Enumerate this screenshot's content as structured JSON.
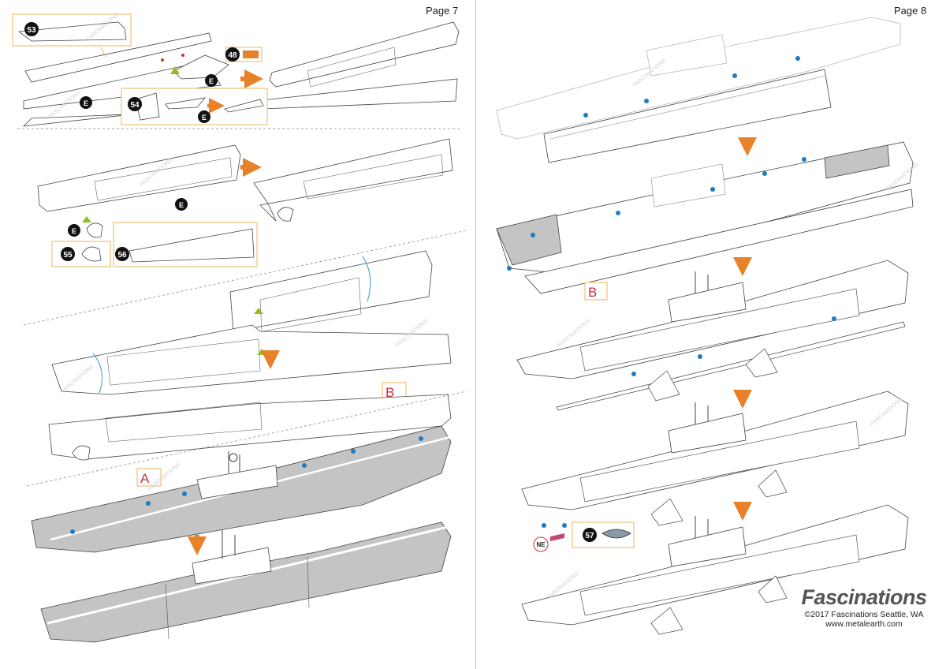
{
  "pages": {
    "left": {
      "number_label": "Page 7"
    },
    "right": {
      "number_label": "Page 8"
    }
  },
  "parts": {
    "p53": "53",
    "p48": "48",
    "p54": "54",
    "p55": "55",
    "p56": "56",
    "p57": "57"
  },
  "markers": {
    "e": "E",
    "ne": "NE"
  },
  "labels": {
    "a": "A",
    "b": "B"
  },
  "watermark": "FASCINATIONS",
  "colors": {
    "accent": "#e8822a",
    "callout_border": "#f0c27a",
    "pin": "#1d7cc4",
    "hull_shaded": "#c4c4c4",
    "red_guide": "#d0303a",
    "green_tab": "#8cbf26"
  },
  "brand": {
    "name": "Fascinations",
    "copyright": "©2017 Fascinations Seattle, WA",
    "url": "www.metalearth.com"
  }
}
